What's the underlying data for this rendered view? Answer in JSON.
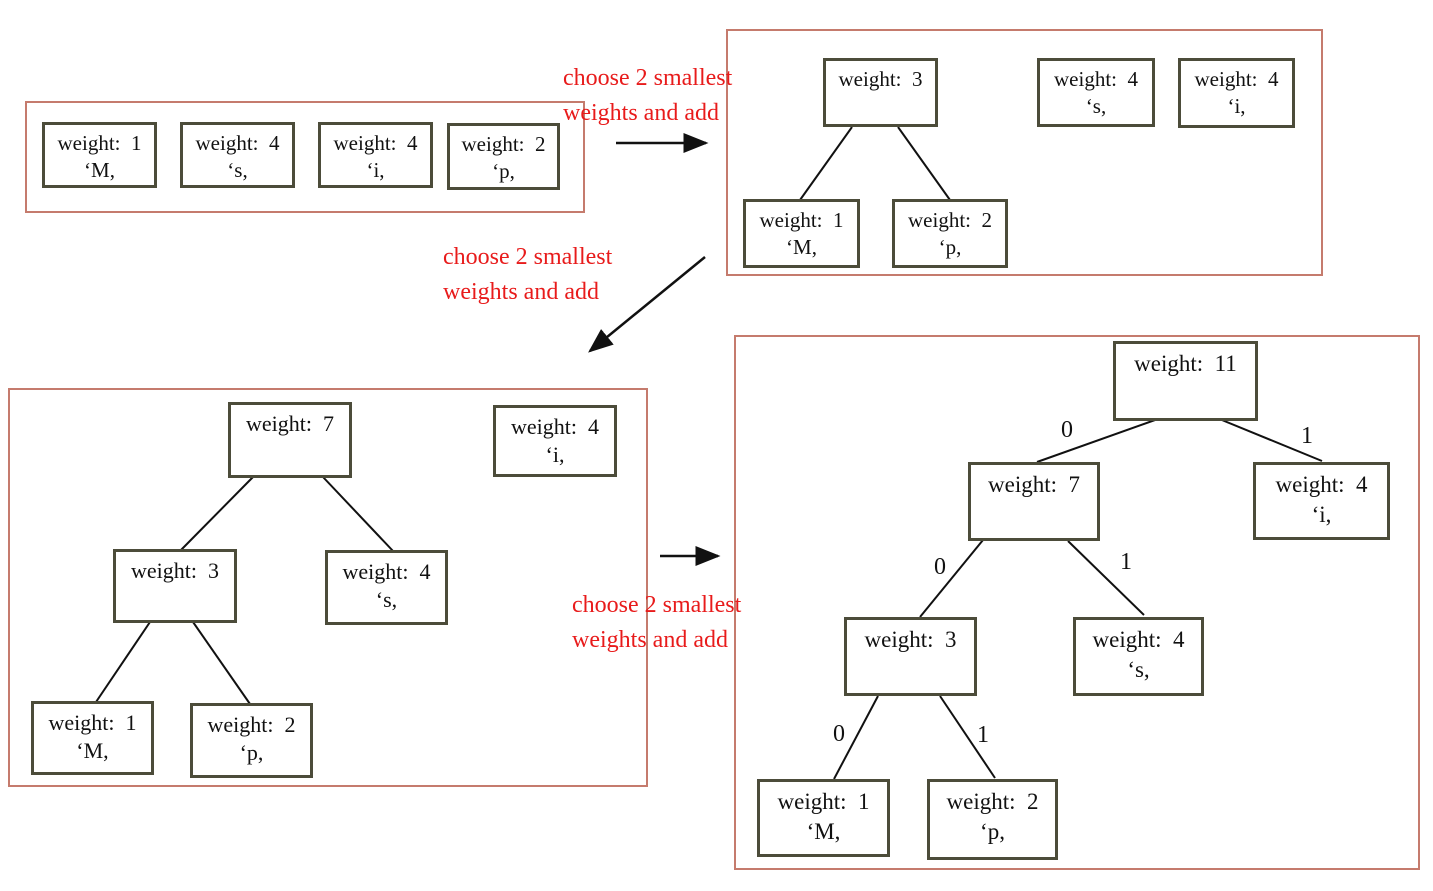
{
  "colors": {
    "panel_border": "#c57b6d",
    "node_border": "#4c4c3a",
    "caption_red": "#e81b1b",
    "edge_black": "#111111"
  },
  "captions": {
    "step1": {
      "line1": "choose 2 smallest",
      "line2": "weights and add"
    },
    "step2": {
      "line1": "choose 2 smallest",
      "line2": "weights and add"
    },
    "step3": {
      "line1": "choose 2 smallest",
      "line2": "weights and add"
    }
  },
  "panels": {
    "initial": {
      "nodes": {
        "m1": {
          "weight": "weight:  1",
          "char": "‘M,"
        },
        "s4": {
          "weight": "weight:  4",
          "char": "‘s,"
        },
        "i4": {
          "weight": "weight:  4",
          "char": "‘i,"
        },
        "p2": {
          "weight": "weight:  2",
          "char": "‘p,"
        }
      }
    },
    "step1": {
      "nodes": {
        "n3": {
          "weight": "weight:  3",
          "char": ""
        },
        "s4": {
          "weight": "weight:  4",
          "char": "‘s,"
        },
        "i4": {
          "weight": "weight:  4",
          "char": "‘i,"
        },
        "m1": {
          "weight": "weight:  1",
          "char": "‘M,"
        },
        "p2": {
          "weight": "weight:  2",
          "char": "‘p,"
        }
      }
    },
    "step2": {
      "nodes": {
        "n7": {
          "weight": "weight:  7",
          "char": ""
        },
        "i4": {
          "weight": "weight:  4",
          "char": "‘i,"
        },
        "n3": {
          "weight": "weight:  3",
          "char": ""
        },
        "s4": {
          "weight": "weight:  4",
          "char": "‘s,"
        },
        "m1": {
          "weight": "weight:  1",
          "char": "‘M,"
        },
        "p2": {
          "weight": "weight:  2",
          "char": "‘p,"
        }
      }
    },
    "final": {
      "nodes": {
        "n11": {
          "weight": "weight:  11",
          "char": ""
        },
        "n7": {
          "weight": "weight:  7",
          "char": ""
        },
        "i4": {
          "weight": "weight:  4",
          "char": "‘i,"
        },
        "n3": {
          "weight": "weight:  3",
          "char": ""
        },
        "s4": {
          "weight": "weight:  4",
          "char": "‘s,"
        },
        "m1": {
          "weight": "weight:  1",
          "char": "‘M,"
        },
        "p2": {
          "weight": "weight:  2",
          "char": "‘p,"
        }
      },
      "edge_bits": {
        "root_left": "0",
        "root_right": "1",
        "n7_left": "0",
        "n7_right": "1",
        "n3_left": "0",
        "n3_right": "1"
      }
    }
  }
}
